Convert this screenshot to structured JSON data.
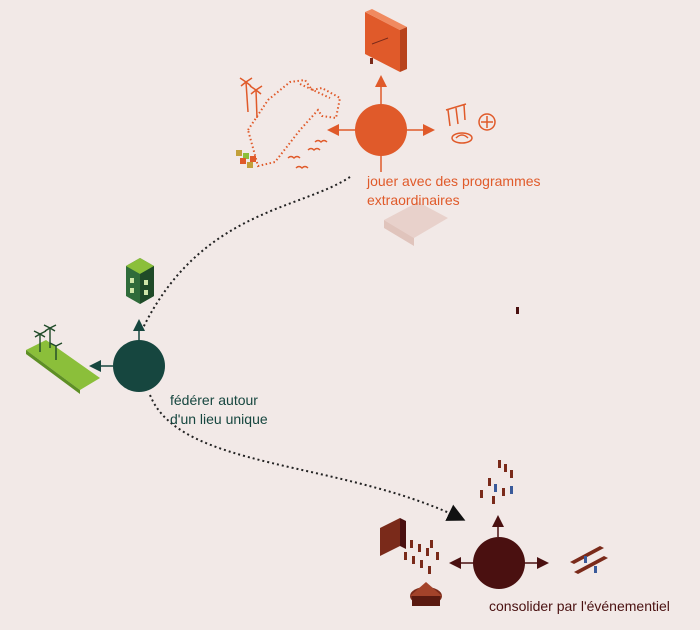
{
  "diagram": {
    "background": "#f2e9e7",
    "nodes": [
      {
        "id": "jouer",
        "lines": [
          "jouer avec des programmes",
          "extraordinaires"
        ],
        "color": "#e05a2a"
      },
      {
        "id": "federer",
        "lines": [
          "fédérer autour",
          "d'un lieu unique"
        ],
        "color": "#16463f"
      },
      {
        "id": "consolider",
        "lines": [
          "consolider par l'événementiel"
        ],
        "color": "#4a1010"
      }
    ],
    "icon_colors": {
      "orange": "#e05a2a",
      "green": "#2f6b3a",
      "grass": "#8bbf3a",
      "brown": "#7a2a1a",
      "ghost": "#e8cfc9"
    }
  }
}
